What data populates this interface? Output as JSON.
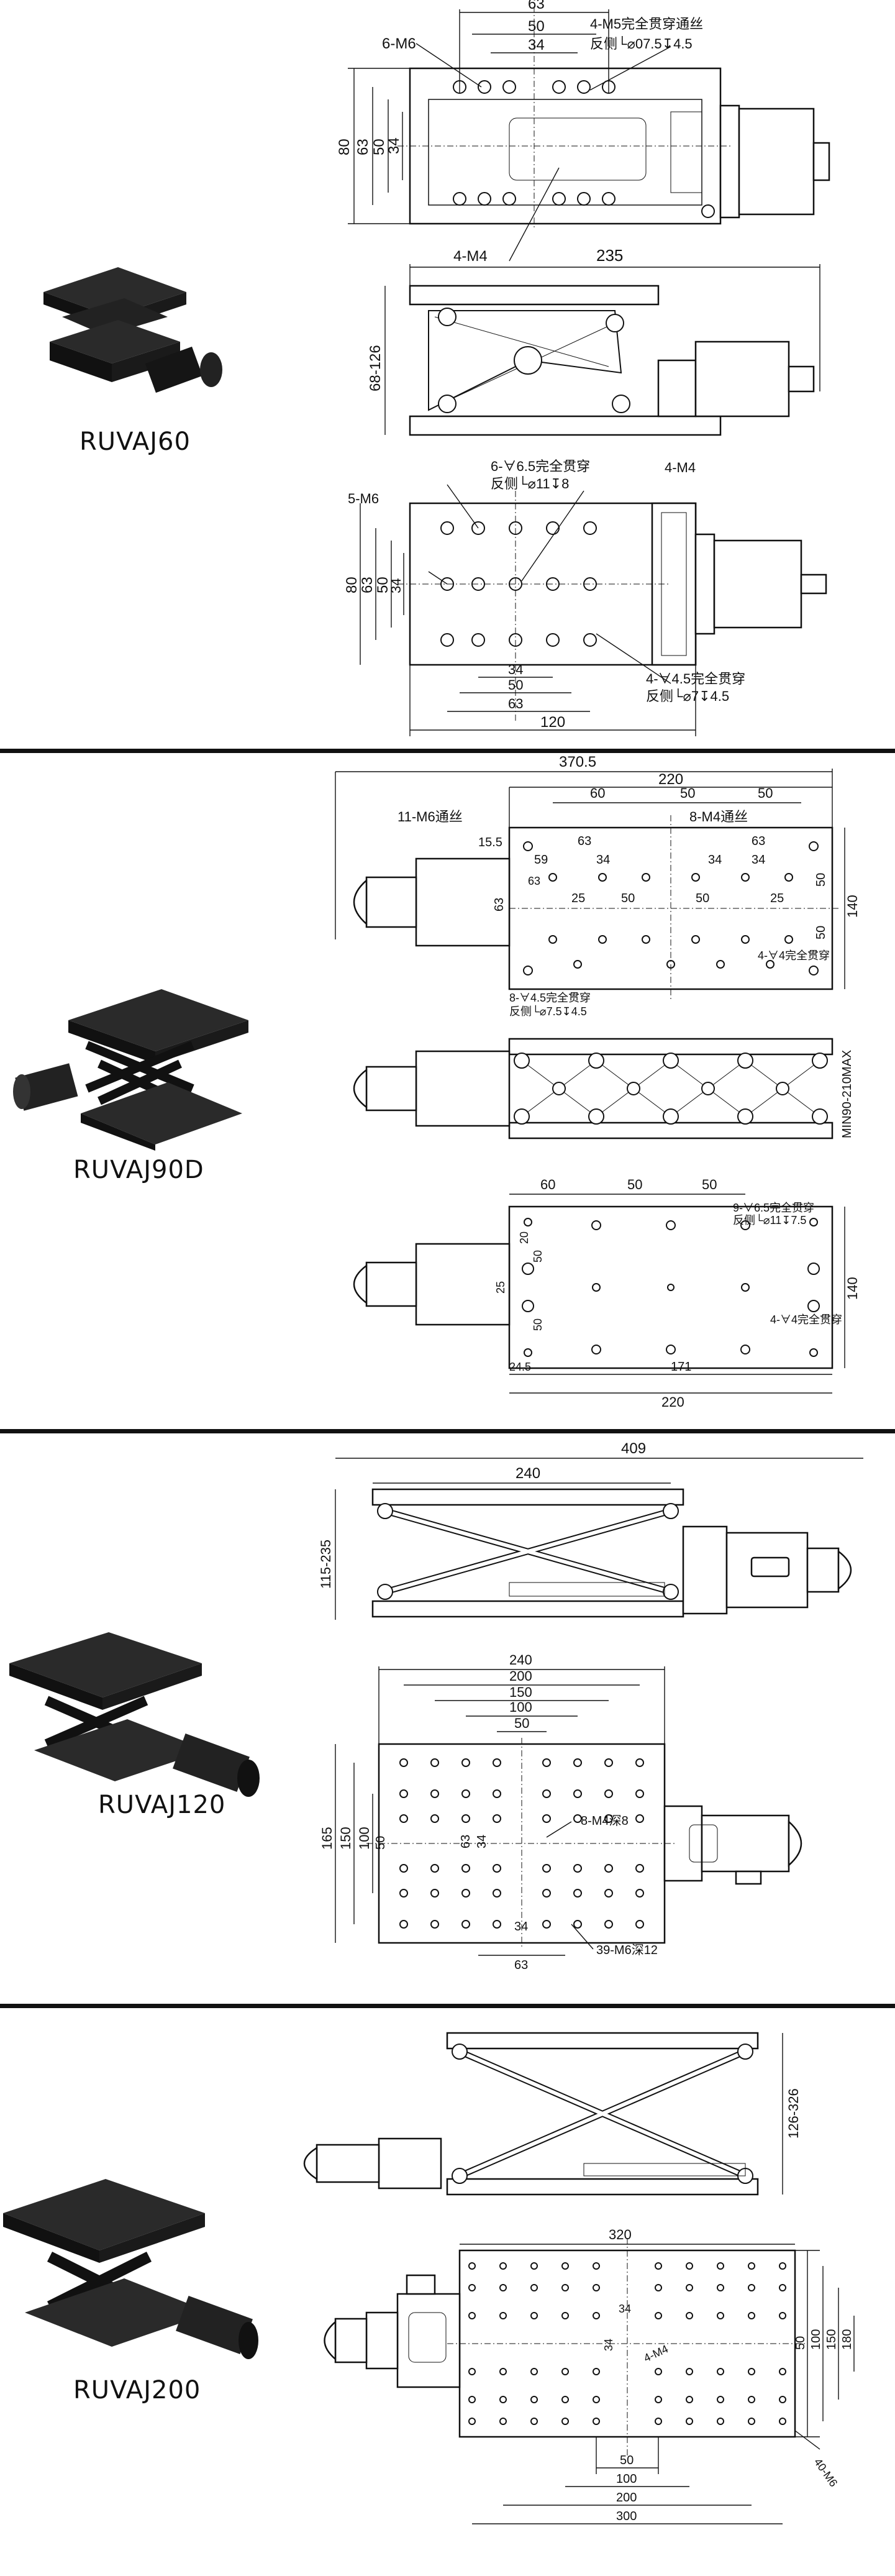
{
  "sections": [
    {
      "model": "RUVAJ60",
      "top": {
        "widths": [
          "63",
          "50",
          "34"
        ],
        "heights": [
          "80",
          "63",
          "50",
          "34"
        ],
        "callout_a_line1": "6-M6",
        "callout_b_line1": "4-M5完全贯穿通丝",
        "callout_b_line2": "反侧└⌀07.5↧4.5",
        "callout_c": "4-M4"
      },
      "side": {
        "width": "235",
        "height": "68-126"
      },
      "bottom": {
        "callout_a": "6-∀6.5完全贯穿",
        "callout_a2": "反侧└⌀11↧8",
        "callout_b": "4-M4",
        "callout_c": "5-M6",
        "callout_d": "4-∀4.5完全贯穿",
        "callout_d2": "反侧└⌀7↧4.5",
        "heights": [
          "80",
          "63",
          "50",
          "34"
        ],
        "widths": [
          "34",
          "50",
          "63",
          "120"
        ]
      }
    },
    {
      "model": "RUVAJ90D",
      "top": {
        "total": "370.5",
        "width": "220",
        "row": [
          "60",
          "50",
          "50"
        ],
        "c1": "11-M6通丝",
        "c2": "8-M4通丝",
        "c3": "63",
        "c4": "63",
        "c5": "15.5",
        "c6": "59",
        "c7": "34",
        "c8": "34",
        "c9": "34",
        "c10": "25",
        "c11": "50",
        "c12": "50",
        "c13": "25",
        "c14": "63",
        "h1": "140",
        "h2": "50",
        "h3": "50",
        "c15": "4-∀4完全贯穿",
        "c16": "8-∀4.5完全贯穿",
        "c17": "反侧└⌀7.5↧4.5",
        "c18": "63"
      },
      "side": {
        "height": "MIN90-210MAX"
      },
      "bottom": {
        "row": [
          "60",
          "50",
          "50"
        ],
        "c1": "9-∀6.5完全贯穿",
        "c2": "反侧└⌀11↧7.5",
        "v1": "20",
        "v2": "50",
        "v3": "25",
        "v4": "50",
        "c3": "4-∀4完全贯穿",
        "h1": "140",
        "w1": "24.5",
        "w2": "171",
        "w3": "220"
      }
    },
    {
      "model": "RUVAJ120",
      "side": {
        "width": "409",
        "inner": "240",
        "height": "115-235"
      },
      "top": {
        "widths": [
          "240",
          "200",
          "150",
          "100",
          "50"
        ],
        "heights": [
          "165",
          "150",
          "100",
          "50",
          "63",
          "34"
        ],
        "c1": "8-M4深8",
        "c2": "39-M6深12",
        "b1": "34",
        "b2": "63"
      }
    },
    {
      "model": "RUVAJ200",
      "side": {
        "height": "126-326"
      },
      "top": {
        "width": "320",
        "c1": "34",
        "c2": "34",
        "c3": "4-M4",
        "heights": [
          "180",
          "150",
          "100",
          "50"
        ],
        "c4": "40-M6",
        "bottom_widths": [
          "50",
          "100",
          "200",
          "300"
        ]
      }
    }
  ]
}
